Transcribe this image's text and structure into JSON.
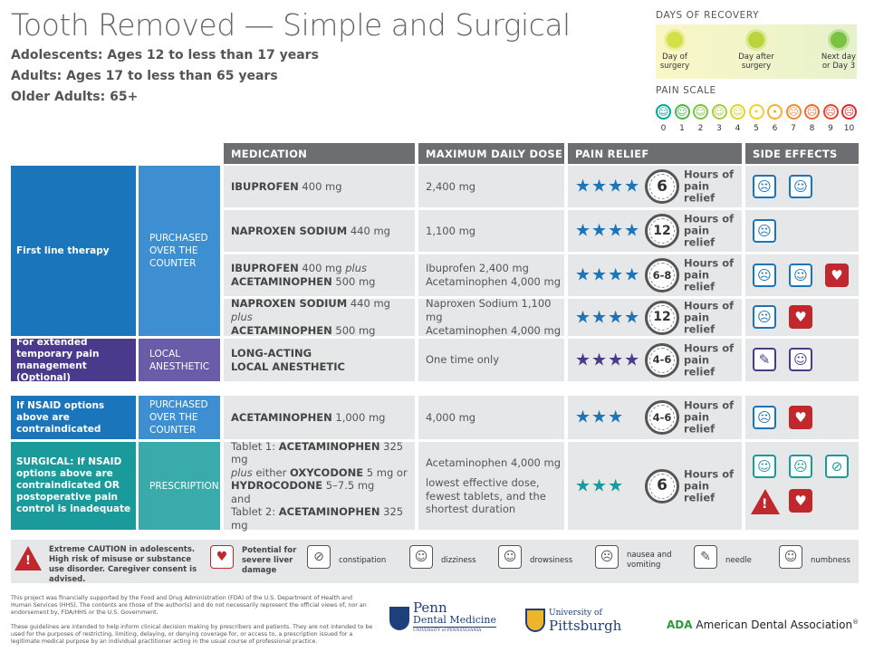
{
  "title": "Tooth Removed — Simple and Surgical",
  "ages": [
    "Adolescents: Ages 12 to less than 17 years",
    "Adults: Ages 17 to less than 65 years",
    "Older Adults: 65+"
  ],
  "recovery": {
    "heading": "DAYS OF RECOVERY",
    "days": [
      {
        "line1": "Day of",
        "line2": "surgery",
        "color": "#d4e04a"
      },
      {
        "line1": "Day after",
        "line2": "surgery",
        "color": "#b9d43c"
      },
      {
        "line1": "Next day",
        "line2": "or Day 3",
        "color": "#7cc242"
      }
    ]
  },
  "pain_scale": {
    "heading": "PAIN SCALE",
    "numbers": [
      "0",
      "1",
      "2",
      "3",
      "4",
      "5",
      "6",
      "7",
      "8",
      "9",
      "10"
    ],
    "colors": [
      "#00a79d",
      "#4bb849",
      "#7cc242",
      "#a6cd3a",
      "#d6d82c",
      "#f4d22a",
      "#f6b22b",
      "#f28c2d",
      "#ee6a2e",
      "#e8452f",
      "#e02b2f"
    ]
  },
  "headers": {
    "medication": "MEDICATION",
    "max_dose": "MAXIMUM DAILY DOSE",
    "pain_relief": "PAIN RELIEF",
    "side_effects": "SIDE EFFECTS"
  },
  "categories": {
    "first_line": "First line therapy",
    "otc": "PURCHASED OVER THE COUNTER",
    "extended": "For extended temporary pain management (Optional)",
    "local": "LOCAL ANESTHETIC",
    "nsaid": "If NSAID options above are contraindicated",
    "otc2": "PURCHASED OVER THE COUNTER",
    "surgical": "SURGICAL: If NSAID options above are contraindicated OR postoperative pain control is inadequate",
    "prescription": "PRESCRIPTION"
  },
  "rows": {
    "r1": {
      "drug": "IBUPROFEN",
      "dose_text": " 400 mg",
      "max": "2,400 mg",
      "hours": "6",
      "hours_label1": "Hours of",
      "hours_label2": "pain relief"
    },
    "r2": {
      "drug": "NAPROXEN SODIUM",
      "dose_text": " 440 mg",
      "max": "1,100 mg",
      "hours": "12",
      "hours_label1": "Hours of",
      "hours_label2": "pain relief"
    },
    "r3": {
      "drug1": "IBUPROFEN",
      "dose1": " 400 mg ",
      "plus": "plus",
      "drug2": "ACETAMINOPHEN",
      "dose2": " 500 mg",
      "max1": "Ibuprofen 2,400 mg",
      "max2": "Acetaminophen 4,000 mg",
      "hours": "6-8",
      "hours_label1": "Hours of",
      "hours_label2": "pain relief"
    },
    "r4": {
      "drug1": "NAPROXEN SODIUM",
      "dose1": " 440 mg ",
      "plus": "plus",
      "drug2": "ACETAMINOPHEN",
      "dose2": " 500 mg",
      "max1": "Naproxen Sodium 1,100 mg",
      "max2": "Acetaminophen 4,000 mg",
      "hours": "12",
      "hours_label1": "Hours of",
      "hours_label2": "pain relief"
    },
    "r5": {
      "drug1": "LONG-ACTING",
      "drug2": "LOCAL ANESTHETIC",
      "max": "One time only",
      "hours": "4-6",
      "hours_label1": "Hours of",
      "hours_label2": "pain relief"
    },
    "r6": {
      "drug": "ACETAMINOPHEN",
      "dose_text": " 1,000 mg",
      "max": "4,000 mg",
      "hours": "4-6",
      "hours_label1": "Hours of",
      "hours_label2": "pain relief"
    },
    "r7": {
      "t1a": "Tablet 1: ",
      "t1b": "ACETAMINOPHEN",
      "t1c": " 325 mg",
      "t2a": "plus",
      "t2b": " either ",
      "t2c": "OXYCODONE",
      "t2d": " 5 mg or",
      "t3a": "HYDROCODONE",
      "t3b": " 5–7.5 mg",
      "t4": "and",
      "t5a": "Tablet 2: ",
      "t5b": "ACETAMINOPHEN",
      "t5c": " 325 mg",
      "max1": "Acetaminophen 4,000 mg",
      "max2": "lowest effective dose,",
      "max3": "fewest tablets, and the",
      "max4": "shortest duration",
      "hours": "6",
      "hours_label1": "Hours of",
      "hours_label2": "pain relief"
    }
  },
  "stars": {
    "four": "★★★★",
    "three": "★★★"
  },
  "legend": {
    "caution": "Extreme CAUTION in adolescents. High risk of misuse or substance use disorder. Caregiver consent is advised.",
    "liver": "Potential for severe liver damage",
    "constipation": "constipation",
    "dizziness": "dizziness",
    "drowsiness": "drowsiness",
    "nausea": "nausea and vomiting",
    "needle": "needle",
    "numbness": "numbness"
  },
  "footer": {
    "p1": "This project was financially supported by the Food and Drug Administration (FDA) of the U.S. Department of Health and Human Services (HHS). The contents are those of the author(s) and do not necessarily represent the official views of, nor an endorsement by, FDA/HHS or the U.S. Government.",
    "p2": "These guidelines are intended to help inform clinical decision making by prescribers and patients. They are not intended to be used for the purposes of restricting, limiting, delaying, or denying coverage for, or access to, a prescription issued for a legitimate medical purpose by an individual practitioner acting in the usual course of professional practice."
  },
  "logos": {
    "penn1": "Penn",
    "penn2": "Dental Medicine",
    "penn3": "UNIVERSITY of PENNSYLVANIA",
    "pitt1": "University of",
    "pitt2": "Pittsburgh",
    "ada1": "ADA",
    "ada2": " American Dental Association",
    "ada3": "®"
  },
  "colors": {
    "blue": "#1a75bb",
    "blue_light": "#3d8fd1",
    "purple": "#4b3a8c",
    "purple_light": "#6a5ca8",
    "teal": "#1a9a9a",
    "teal_light": "#3aabab",
    "red": "#c0282d"
  }
}
